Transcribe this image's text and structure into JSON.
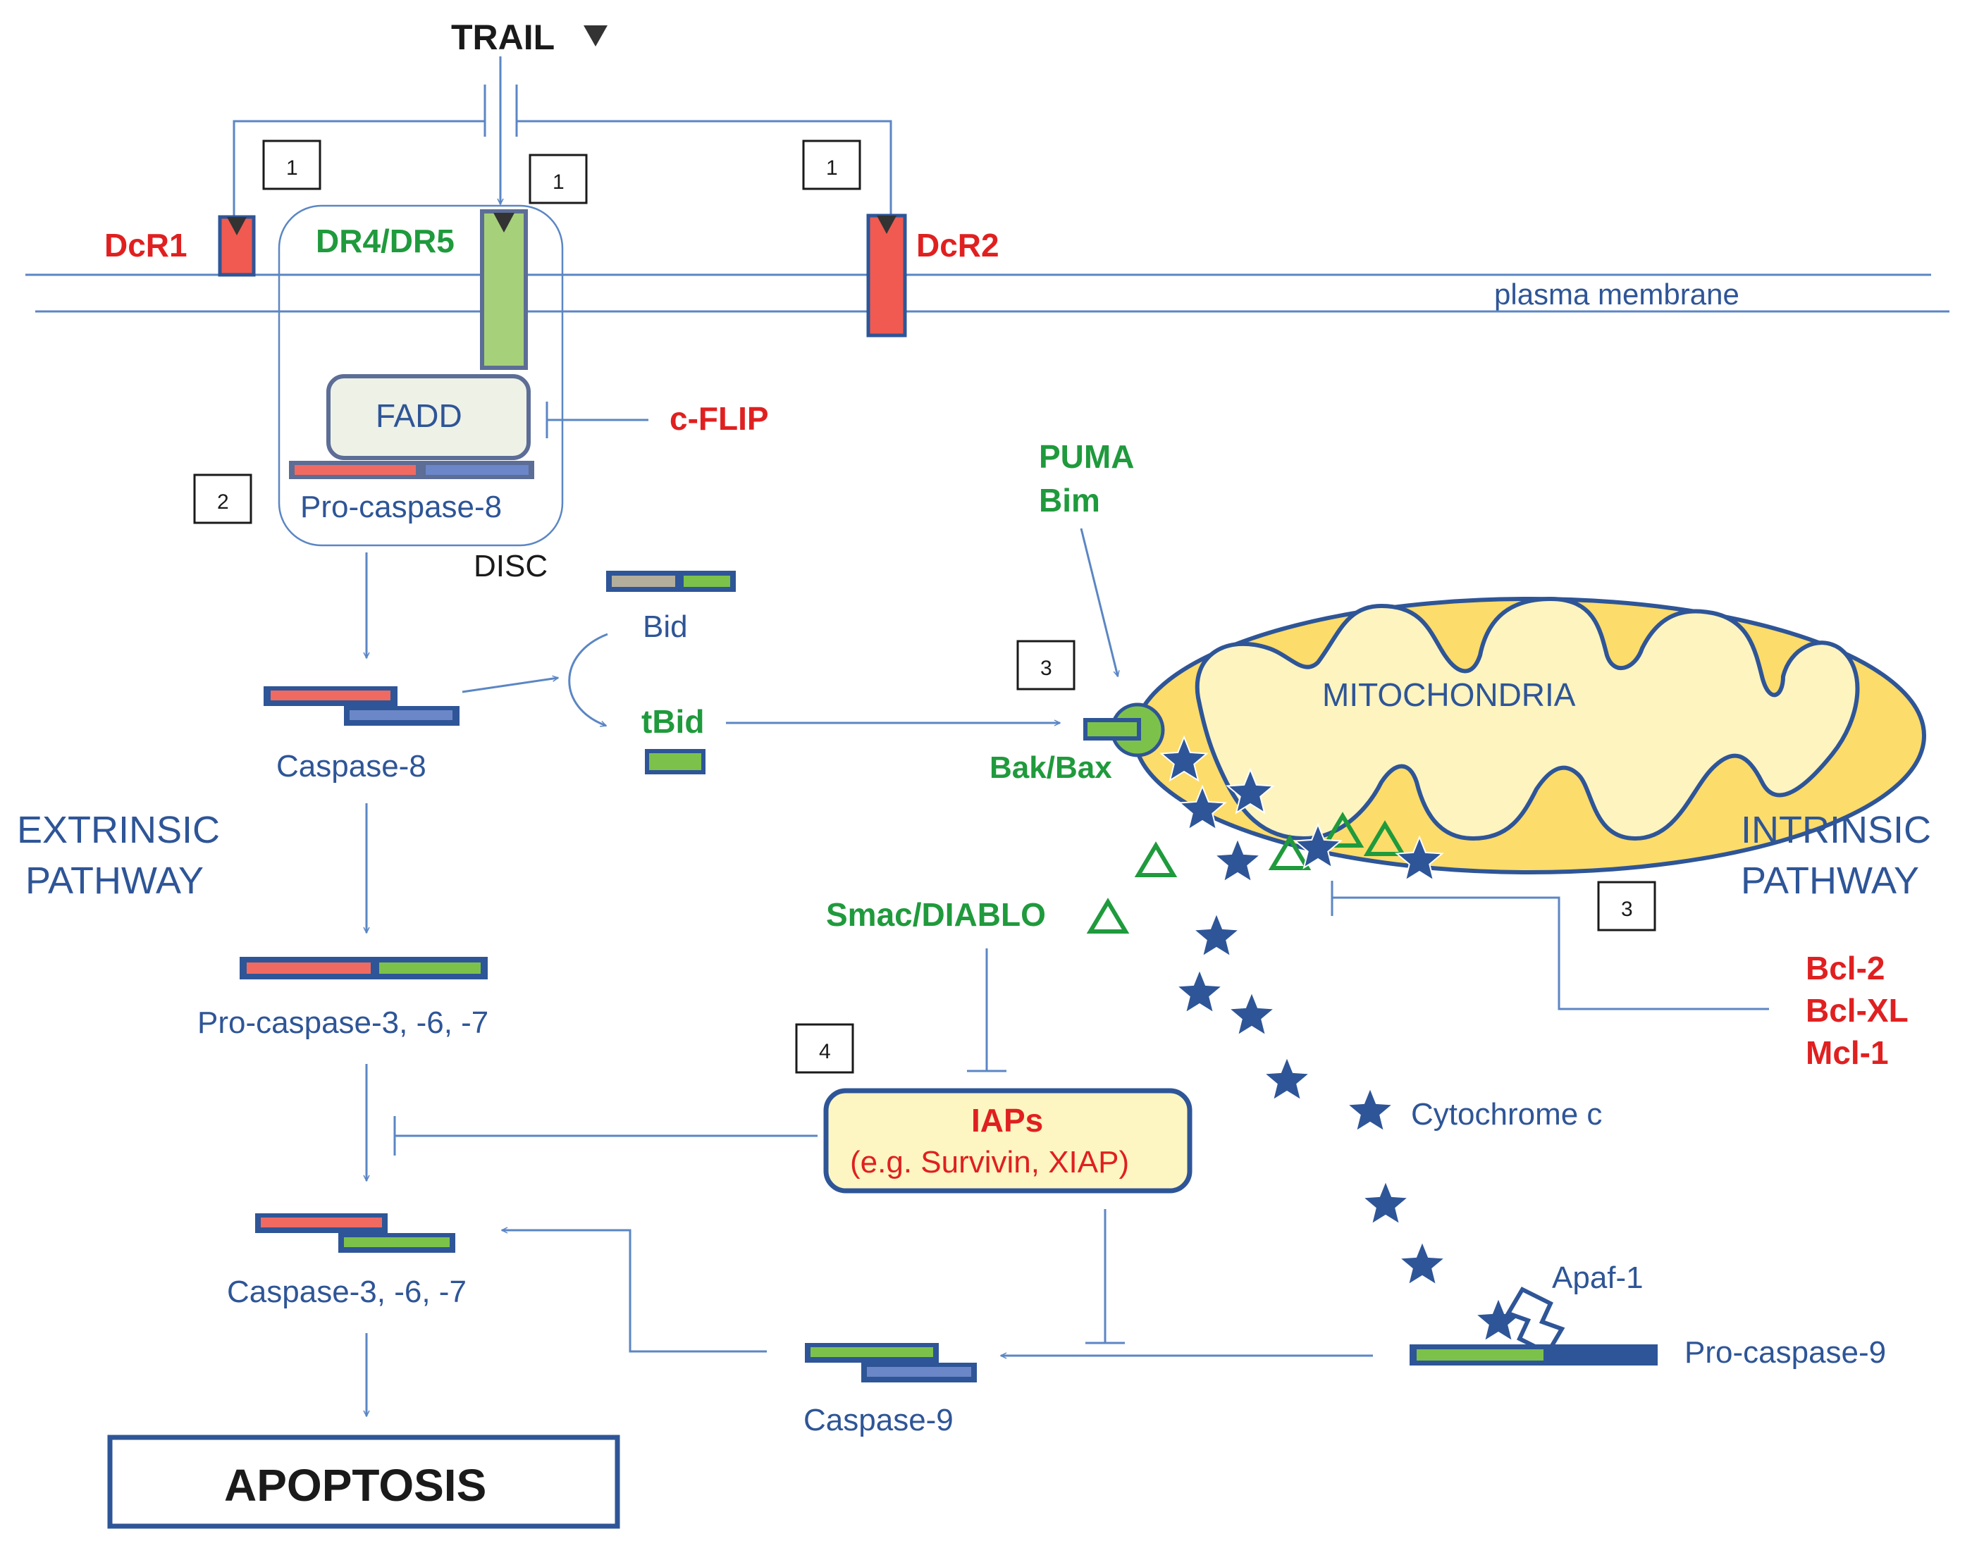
{
  "labels": {
    "trail": "TRAIL",
    "dcr1": "DcR1",
    "dr4dr5": "DR4/DR5",
    "dcr2": "DcR2",
    "plasma_membrane": "plasma membrane",
    "fadd": "FADD",
    "cflip": "c-FLIP",
    "procaspase8": "Pro-caspase-8",
    "disc": "DISC",
    "bid": "Bid",
    "tbid": "tBid",
    "caspase8": "Caspase-8",
    "puma": "PUMA",
    "bim": "Bim",
    "mitochondria": "MITOCHONDRIA",
    "bakbax": "Bak/Bax",
    "extrinsic_1": "EXTRINSIC",
    "extrinsic_2": "PATHWAY",
    "intrinsic_1": "INTRINSIC",
    "intrinsic_2": "PATHWAY",
    "smac": "Smac/DIABLO",
    "procaspase367": "Pro-caspase-3, -6, -7",
    "bcl2": "Bcl-2",
    "bclxl": "Bcl-XL",
    "mcl1": "Mcl-1",
    "iaps": "IAPs",
    "iaps_eg": "(e.g. Survivin, XIAP)",
    "cytochrome": "Cytochrome c",
    "caspase367": "Caspase-3, -6, -7",
    "apaf1": "Apaf-1",
    "procaspase9": "Pro-caspase-9",
    "caspase9": "Caspase-9",
    "apoptosis": "APOPTOSIS"
  },
  "step_badges": [
    "1",
    "1",
    "1",
    "2",
    "3",
    "3",
    "4"
  ],
  "colors": {
    "pathway_blue": "#2e5597",
    "activator_green": "#1f9a3c",
    "inhibitor_red": "#e02020",
    "receptor_red": "#f05a50",
    "receptor_green": "#a6d07a",
    "mito_outer": "#fcdc6a",
    "mito_inner": "#fdf4c0",
    "iap_box": "#fdf6c2",
    "arrow_line": "#5b86c4"
  },
  "icons": [
    "star-icon",
    "triangle-icon",
    "arrowhead-icon"
  ]
}
